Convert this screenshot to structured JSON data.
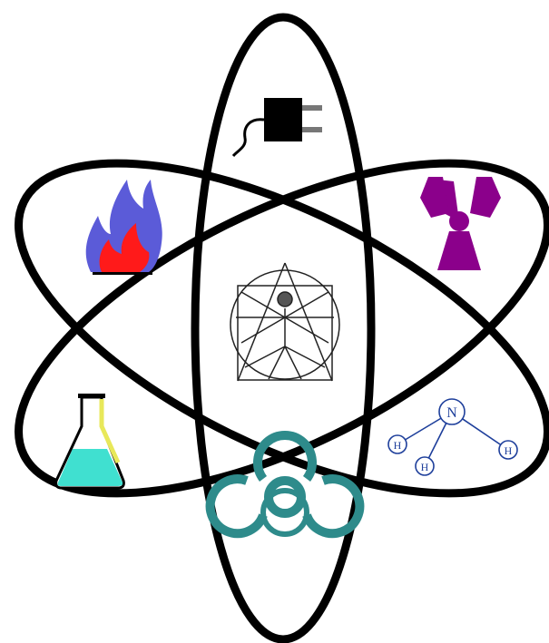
{
  "figure": {
    "background": "#ffffff",
    "orbit_color": "#000000",
    "orbits": [
      "vertical-orbit",
      "rising-orbit",
      "falling-orbit"
    ]
  },
  "icons": {
    "plug": {
      "icon": "electric-plug-icon",
      "color": "#000000"
    },
    "flame": {
      "icon": "flame-icon",
      "outer_color": "#5b5bd8",
      "inner_color": "#ff1a1a"
    },
    "radiation": {
      "icon": "radiation-hazard-icon",
      "color": "#8b008b"
    },
    "vitruvian": {
      "icon": "vitruvian-man-icon",
      "color": "#000000"
    },
    "flask": {
      "icon": "erlenmeyer-flask-icon",
      "liquid_color": "#40e0d0",
      "highlight_color": "#e8e85a"
    },
    "molecule": {
      "icon": "ammonia-molecule-icon",
      "color": "#1e3f9b",
      "center_atom": "N",
      "outer_atoms": [
        "H",
        "H",
        "H"
      ]
    },
    "biohazard": {
      "icon": "biohazard-icon",
      "color": "#2e8b8b"
    }
  }
}
